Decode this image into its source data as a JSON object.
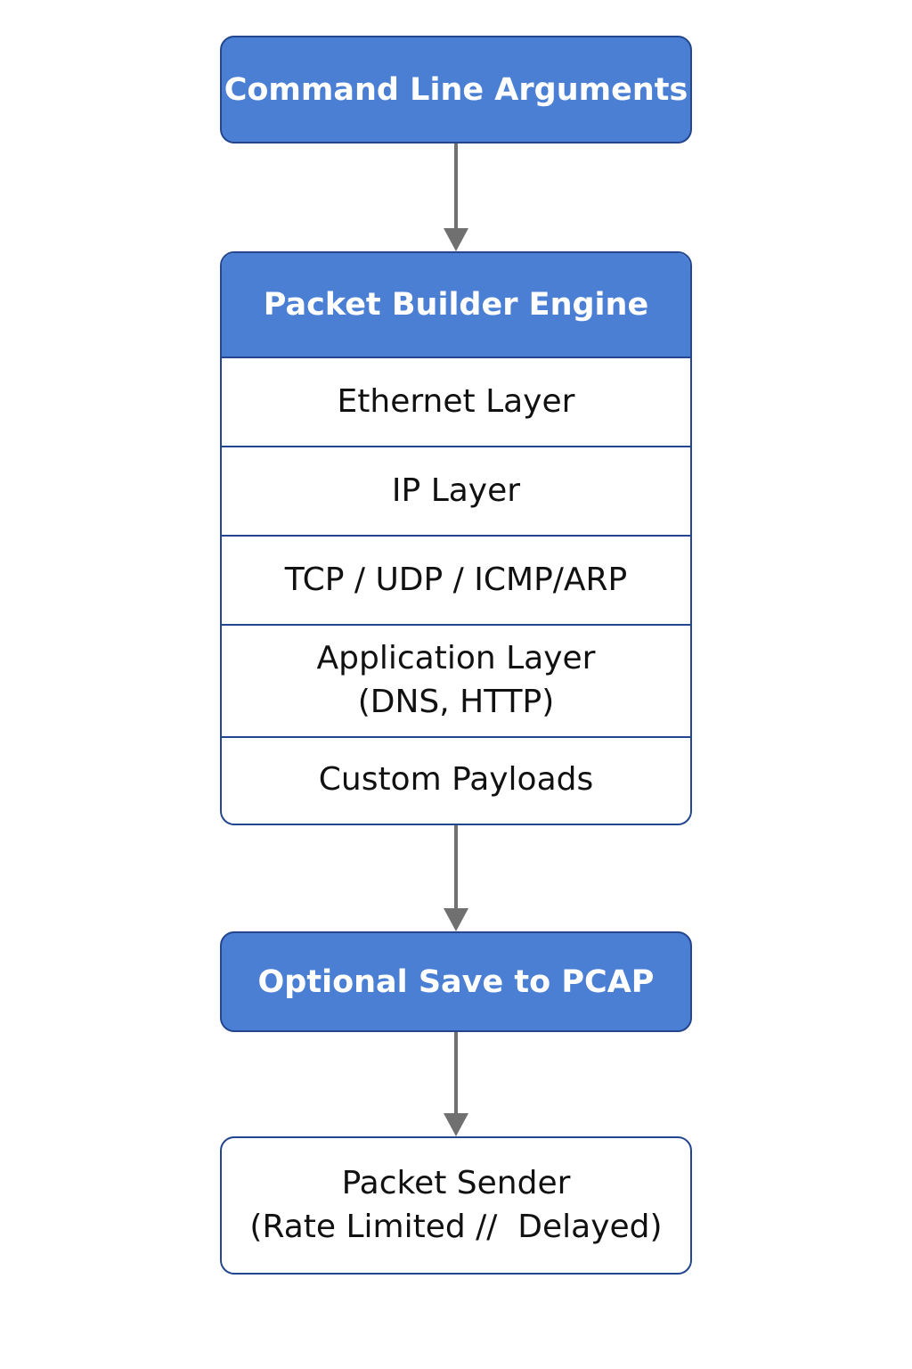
{
  "nodes": {
    "cli": {
      "label": "Command Line Arguments"
    },
    "builder": {
      "title": "Packet Builder Engine",
      "layers": [
        {
          "line1": "Ethernet Layer"
        },
        {
          "line1": "IP Layer"
        },
        {
          "line1": "TCP / UDP / ICMP/ARP"
        },
        {
          "line1": "Application Layer",
          "line2": "(DNS, HTTP)"
        },
        {
          "line1": "Custom Payloads"
        }
      ]
    },
    "pcap": {
      "label": "Optional Save to PCAP"
    },
    "sender": {
      "line1": "Packet Sender",
      "line2": "(Rate Limited //  Delayed)"
    }
  },
  "colors": {
    "header_fill": "#4a7fd4",
    "border": "#23468f",
    "arrow": "#707070",
    "text_dark": "#111111",
    "text_light": "#ffffff"
  },
  "edges": [
    {
      "from": "cli",
      "to": "builder"
    },
    {
      "from": "builder",
      "to": "pcap"
    },
    {
      "from": "pcap",
      "to": "sender"
    }
  ]
}
